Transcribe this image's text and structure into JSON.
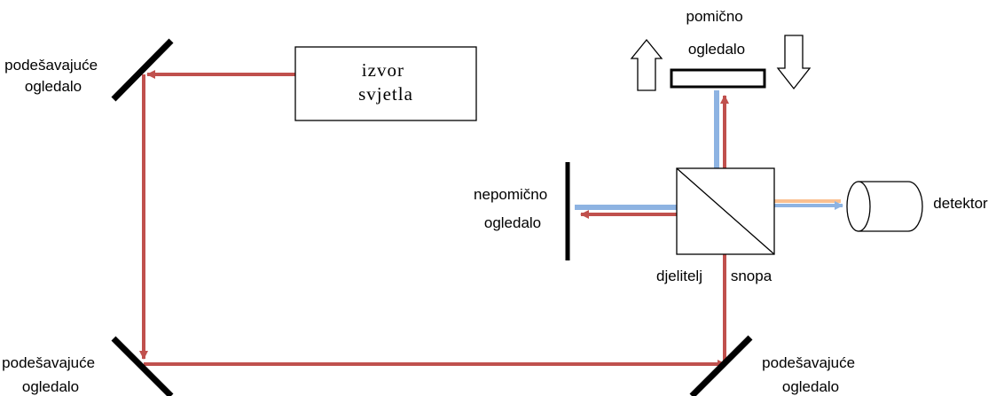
{
  "diagram": {
    "labels": {
      "mirror_top_left": [
        "podešavajuće",
        "ogledalo"
      ],
      "mirror_bottom_left": [
        "podešavajuće",
        "ogledalo"
      ],
      "mirror_bottom_right": [
        "podešavajuće",
        "ogledalo"
      ],
      "movable_mirror": [
        "pomično",
        "ogledalo"
      ],
      "fixed_mirror": [
        "nepomično",
        "ogledalo"
      ],
      "source": [
        "izvor",
        "svjetla"
      ],
      "splitter_left": "djelitelj",
      "splitter_right": "snopa",
      "detector": "detektor"
    },
    "colors": {
      "red_beam": "#c0504d",
      "blue_beam": "#8db3e2",
      "orange_beam": "#fac090",
      "mirror": "#000000"
    }
  }
}
